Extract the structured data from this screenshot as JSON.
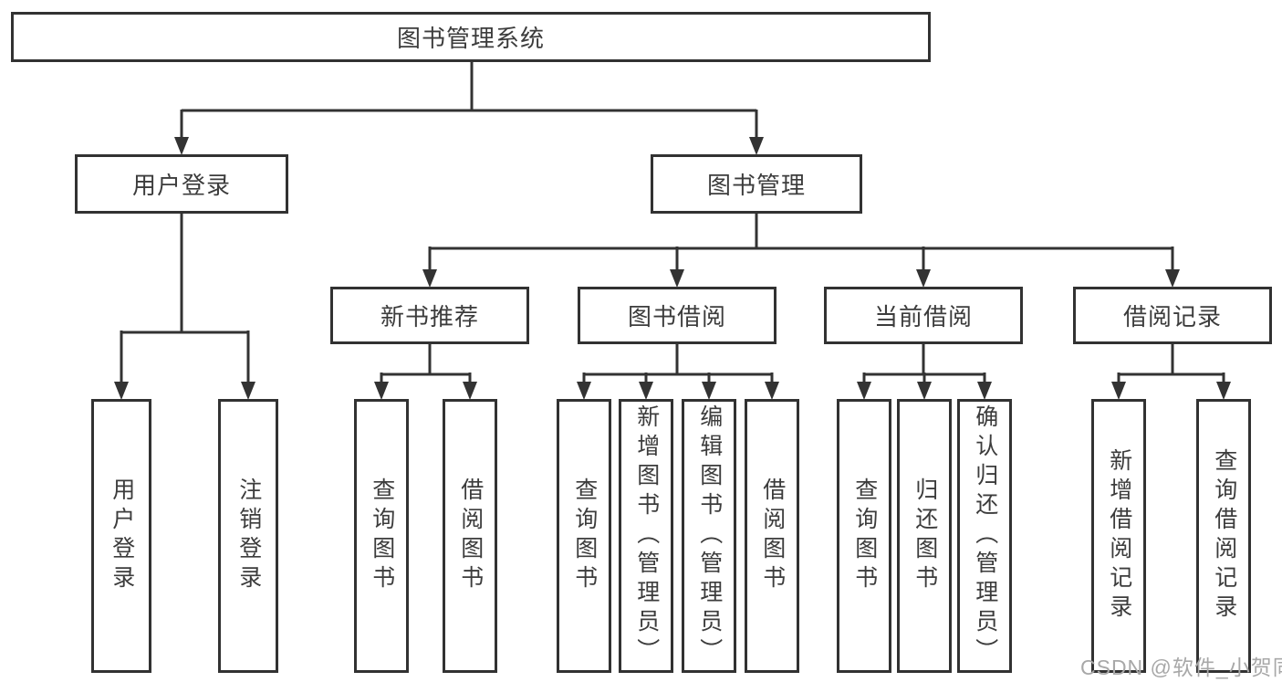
{
  "diagram": {
    "root": "图书管理系统",
    "level2": {
      "user_login": "用户登录",
      "book_management": "图书管理"
    },
    "level3": {
      "new_book_recommend": "新书推荐",
      "book_borrow": "图书借阅",
      "current_borrow": "当前借阅",
      "borrow_records": "借阅记录"
    },
    "leaves": {
      "user_login": "用户登录",
      "logout": "注销登录",
      "nbr_query_books": "查询图书",
      "nbr_borrow_books": "借阅图书",
      "bb_query_books": "查询图书",
      "bb_add_books_admin": "新增图书（管理员）",
      "bb_edit_books_admin": "编辑图书（管理员）",
      "bb_borrow_books": "借阅图书",
      "cb_query_books": "查询图书",
      "cb_return_books": "归还图书",
      "cb_confirm_return_admin": "确认归还（管理员）",
      "br_new_record": "新增借阅记录",
      "br_query_record": "查询借阅记录"
    }
  },
  "watermark": "CSDN @软件_小贺同学",
  "colors": {
    "line": "#333333",
    "box_border": "#323232",
    "text": "#3c3c3c",
    "watermark": "#a8a8a8",
    "background": "#ffffff"
  }
}
